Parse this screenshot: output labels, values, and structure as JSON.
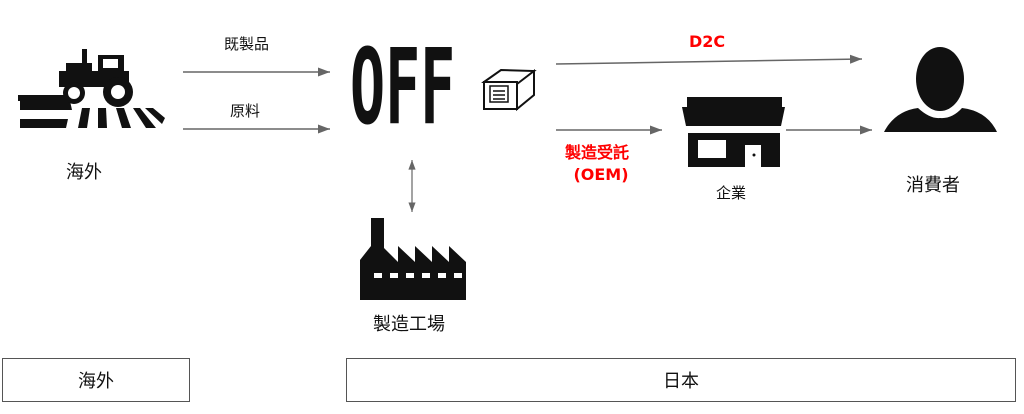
{
  "nodes": {
    "overseas": "海外",
    "consumer": "消費者",
    "company": "企業",
    "factory": "製造工場",
    "brand": "OFF"
  },
  "edges": {
    "finished_products": "既製品",
    "raw_materials": "原料",
    "d2c": "D2C",
    "oem_line1": "製造受託",
    "oem_line2": "(OEM)"
  },
  "regions": {
    "overseas": "海外",
    "japan": "日本"
  },
  "icons": {
    "overseas": "tractor-icon",
    "brand_box": "package-box-icon",
    "factory": "factory-icon",
    "company": "storefront-icon",
    "consumer": "person-icon"
  },
  "colors": {
    "accent": "#ff0000",
    "arrow": "#666666",
    "icon": "#111111"
  }
}
